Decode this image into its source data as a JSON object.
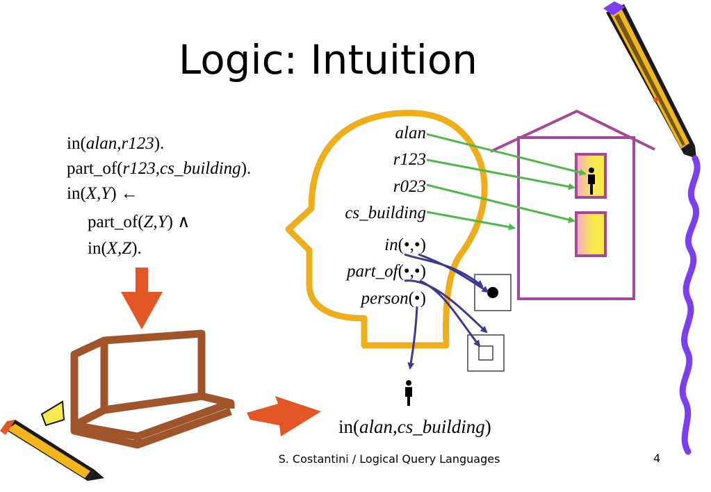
{
  "slide": {
    "title": "Logic: Intuition",
    "footer": "S. Costantini / Logical Query Languages",
    "page_number": "4"
  },
  "program": {
    "lines": [
      {
        "pre": "in(",
        "it": "alan,r123",
        "post": ")."
      },
      {
        "pre": "part_of(",
        "it": "r123,cs_building",
        "post": ")."
      },
      {
        "pre": "in(",
        "it": "X,Y",
        "post": ") ←"
      },
      {
        "pre": "part_of(",
        "it": "Z,Y",
        "post": ") ∧"
      },
      {
        "pre": "in(",
        "it": "X,Z",
        "post": ")."
      }
    ]
  },
  "head_terms": {
    "constants": [
      "alan",
      "r123",
      "r023",
      "cs_building"
    ],
    "predicates": [
      {
        "name": "in",
        "args": "(•,•)"
      },
      {
        "name": "part_of",
        "args": "(•,•)"
      },
      {
        "name": "person",
        "args": "(•)"
      }
    ]
  },
  "conclusion": {
    "pre": "in(",
    "it": "alan,cs_building",
    "post": ")"
  },
  "colors": {
    "head_outline": "#EDAE1A",
    "house_outline": "#A5489C",
    "constant_arrow": "#4DB848",
    "predicate_arrow": "#3D3A8E",
    "computer": "#A0542A",
    "flow_arrow": "#E35726",
    "room_fill": "#F6E94E",
    "room_fill_edge": "#F4A9C8",
    "squiggle": "#7B3FF2",
    "pencil_body": "#F2B51C"
  }
}
